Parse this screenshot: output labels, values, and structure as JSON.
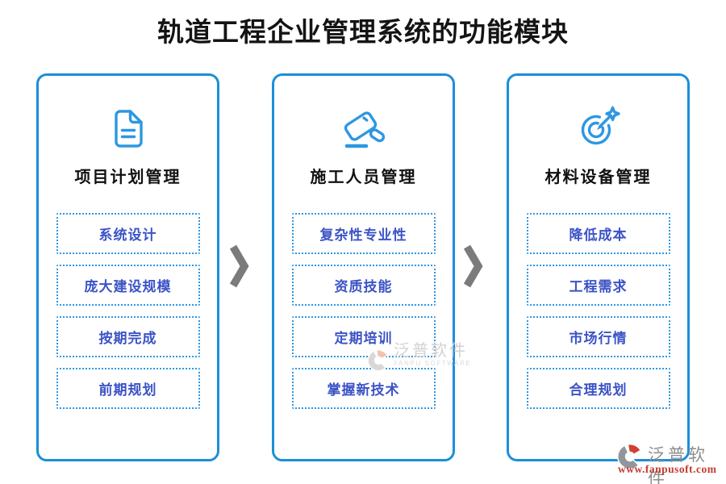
{
  "page": {
    "title": "轨道工程企业管理系统的功能模块",
    "background": "#ffffff"
  },
  "colors": {
    "card_border_blue": "#1a8fd9",
    "icon_blue": "#2e97e2",
    "item_border_blue": "#2d97e6",
    "item_text_blue": "#3c53c6",
    "chevron_gray": "#7b7b7b",
    "title_black": "#141414",
    "watermark_gray": "#8d8d8d",
    "watermark_light_gray": "#d2d2d2",
    "watermark_red": "#c23a2e"
  },
  "cards": [
    {
      "icon": "document-icon",
      "title": "项目计划管理",
      "items": [
        "系统设计",
        "庞大建设规模",
        "按期完成",
        "前期规划"
      ]
    },
    {
      "icon": "gavel-icon",
      "title": "施工人员管理",
      "items": [
        "复杂性专业性",
        "资质技能",
        "定期培训",
        "掌握新技术"
      ]
    },
    {
      "icon": "target-dart-icon",
      "title": "材料设备管理",
      "items": [
        "降低成本",
        "工程需求",
        "市场行情",
        "合理规划"
      ]
    }
  ],
  "watermarks": {
    "center": {
      "brand": "泛普软件",
      "subtitle": "FANPU SOFTWARE"
    },
    "bottom_right": {
      "brand": "泛普软件",
      "url": "www.fanpusoft.com"
    }
  }
}
